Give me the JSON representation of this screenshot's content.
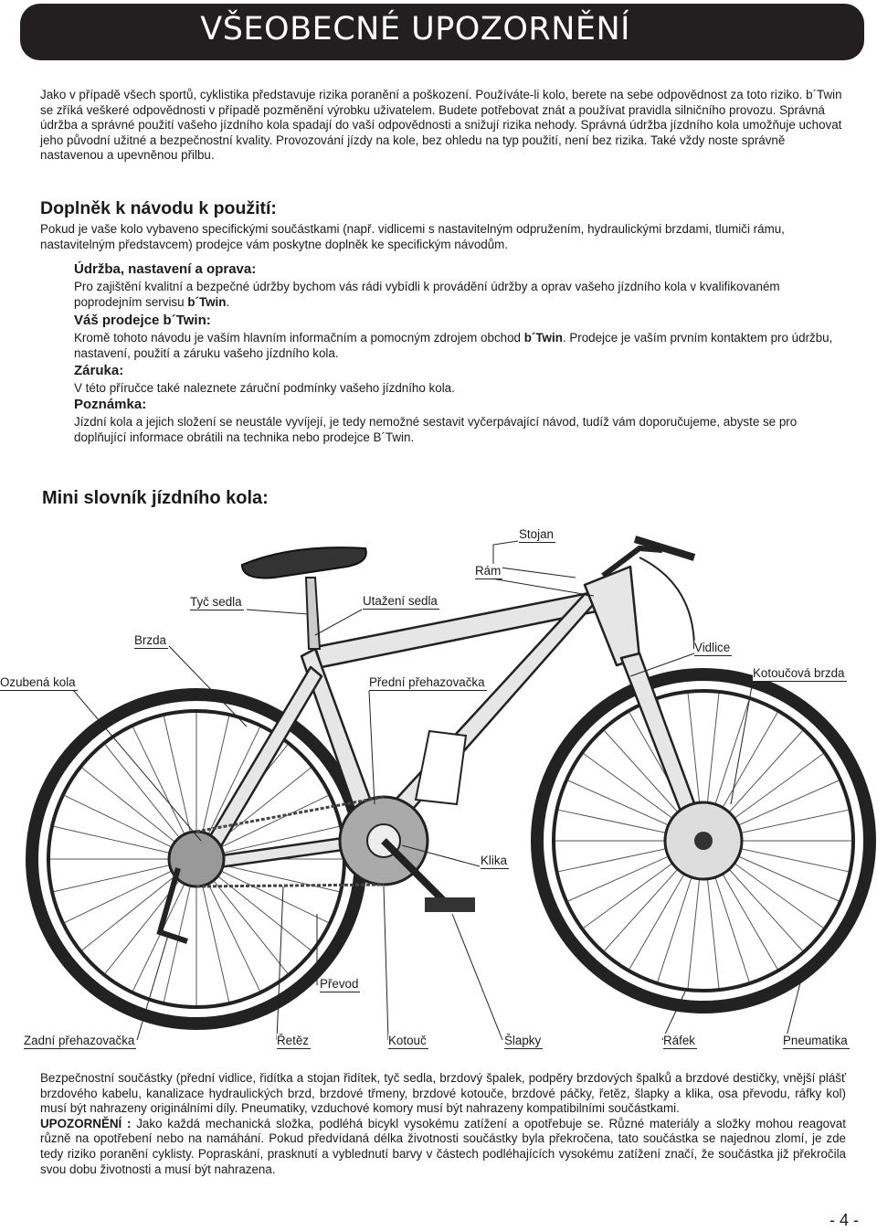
{
  "header": {
    "title": "VŠEOBECNÉ UPOZORNĚNÍ"
  },
  "intro": {
    "text": "Jako v případě všech sportů, cyklistika představuje rizika poranění a poškození. Používáte-li kolo, berete na sebe odpovědnost za toto riziko. b´Twin se zříká veškeré odpovědnosti v případě pozměnění výrobku uživatelem. Budete potřebovat znát a používat pravidla silničního provozu. Správná údržba a správné použití vašeho jízdního kola spadají do vaší odpovědnosti a snižují rizika nehody. Správná údržba jízdního kola umožňuje uchovat jeho původní užitné a bezpečnostní kvality. Provozování jízdy na kole, bez ohledu na typ použití, není bez rizika. Také vždy noste správně nastavenou a upevněnou přilbu."
  },
  "supplement": {
    "title": "Doplněk k návodu k použití:",
    "text": "Pokud je vaše kolo vybaveno specifickými součástkami (např. vidlicemi s nastavitelným odpružením, hydraulickými brzdami, tlumiči rámu, nastavitelným představcem) prodejce vám poskytne doplněk ke specifickým návodům.",
    "sections": [
      {
        "title": "Údržba, nastavení a oprava:",
        "text": "Pro zajištění kvalitní a bezpečné údržby bychom vás rádi vybídli k provádění údržby a oprav vašeho jízdního kola v kvalifikovaném poprodejním servisu",
        "bold": "b´Twin",
        "after": "."
      },
      {
        "title": "Váš prodejce b´Twin:",
        "text": "Kromě tohoto návodu je vaším hlavním informačním a pomocným zdrojem obchod",
        "bold": "b´Twin",
        "after": ". Prodejce je vaším prvním kontaktem pro údržbu, nastavení, použití a záruku vašeho jízdního kola."
      },
      {
        "title": "Záruka:",
        "text": "V této příručce také naleznete záruční podmínky vašeho jízdního kola.",
        "bold": "",
        "after": ""
      },
      {
        "title": "Poznámka:",
        "text": "Jízdní kola a jejich složení se neustále vyvíjejí, je tedy nemožné sestavit vyčerpávající návod, tudíž vám doporučujeme, abyste se pro doplňující informace obrátili na technika nebo prodejce B´Twin.",
        "bold": "",
        "after": ""
      }
    ]
  },
  "dictionary": {
    "title": "Mini slovník jízdního kola:",
    "labels": {
      "stojan": "Stojan",
      "ram": "Rám",
      "tyc_sedla": "Tyč sedla",
      "utazeni_sedla": "Utažení sedla",
      "brzda": "Brzda",
      "vidlice": "Vidlice",
      "ozubena_kola": "Ozubená kola",
      "predni_prehazovacka": "Přední přehazovačka",
      "kotoucova_brzda": "Kotoučová brzda",
      "klika": "Klika",
      "prevod": "Převod",
      "zadni_prehazovacka": "Zadní přehazovačka",
      "retez": "Řetěz",
      "kotouc": "Kotouč",
      "slapky": "Šlapky",
      "rafek": "Ráfek",
      "pneumatika": "Pneumatika"
    }
  },
  "bottom": {
    "text1": "Bezpečnostní součástky (přední vidlice, řidítka a stojan řidítek, tyč sedla, brzdový špalek, podpěry brzdových špalků a brzdové destičky, vnější plášť brzdového kabelu, kanalizace hydraulických brzd, brzdové třmeny, brzdové kotouče, brzdové páčky, řetěz, šlapky a klika, osa převodu, ráfky kol) musí být nahrazeny originálními díly. Pneumatiky, vzduchové komory musí být nahrazeny kompatibilními součástkami.",
    "warning_label": "UPOZORNĚNÍ :",
    "text2": "Jako každá mechanická složka, podléhá bicykl vysokému zatížení a opotřebuje se. Různé materiály a složky mohou reagovat různě na opotřebení nebo na namáhání. Pokud předvídaná délka životnosti součástky byla překročena, tato součástka se najednou zlomí, je zde tedy riziko poranění cyklisty. Popraskání, prasknutí a vyblednutí barvy v částech podléhajících vysokému zatížení značí, že součástka již překročila svou dobu životnosti a musí být nahrazena."
  },
  "footer": {
    "page_number": "- 4 -"
  }
}
